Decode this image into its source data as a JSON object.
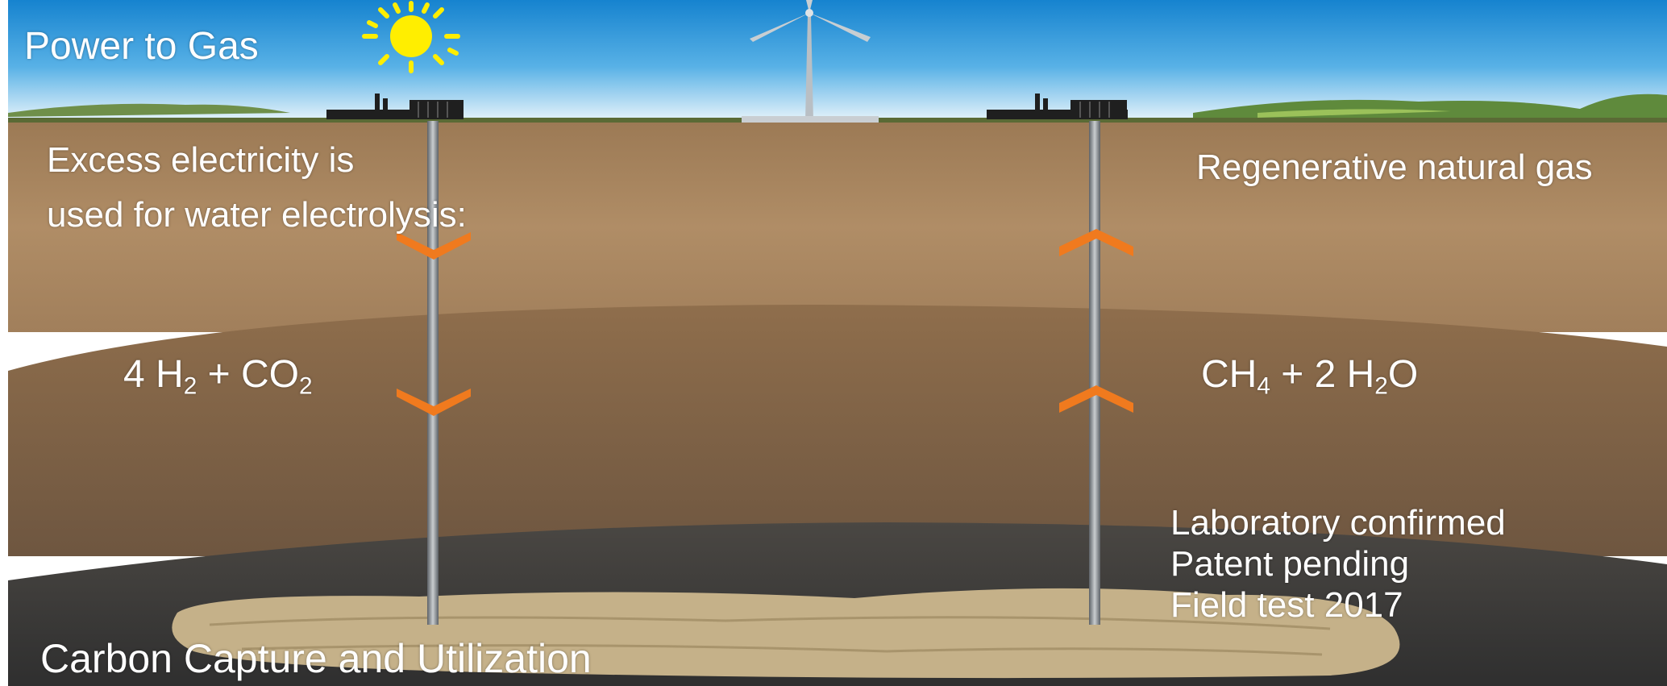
{
  "labels": {
    "power_to_gas": "Power to Gas",
    "excess_line1": "Excess electricity is",
    "excess_line2": "used for water electrolysis:",
    "regenerative": "Regenerative natural gas",
    "status_line1": "Laboratory confirmed",
    "status_line2": "Patent pending",
    "status_line3": "Field test 2017",
    "carbon_capture": "Carbon Capture and Utilization"
  },
  "formulas": {
    "left": {
      "p1": "4 H",
      "s1": "2",
      "p2": " + CO",
      "s2": "2"
    },
    "right": {
      "p1": "CH",
      "s1": "4",
      "p2": " + 2 H",
      "s2": "2",
      "p3": "O"
    }
  },
  "colors": {
    "sky_top": "#1a8fd6",
    "sky_bottom": "#e8f4fb",
    "soil_light": "#a9855d",
    "soil_mid": "#8c6a48",
    "soil_dark": "#5a4633",
    "reservoir": "#3a3a3a",
    "porous_rock": "#c9b68d",
    "arrow_orange": "#f07a1e",
    "sun_yellow": "#ffee00",
    "pipe": "#8f9498"
  },
  "icons": {
    "sun": "sun-icon",
    "wind_turbine": "wind-turbine-icon",
    "factory": "factory-icon",
    "arrow_down": "chevron-down-icon",
    "arrow_up": "chevron-up-icon"
  }
}
